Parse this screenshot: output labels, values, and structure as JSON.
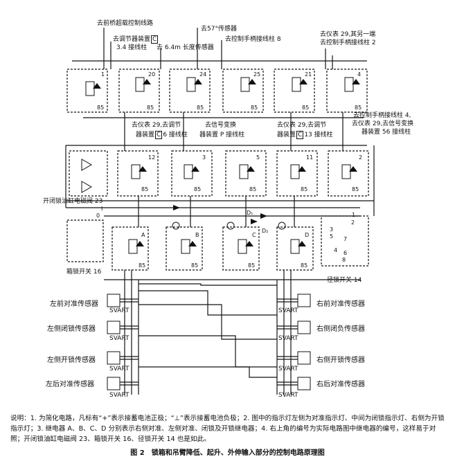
{
  "top_labels": {
    "front_bridge": "去前桥超载控制线路",
    "sensor57": "去57°传感器",
    "adjuster_3_4_a": "去调节器装置",
    "adjuster_3_4_box": "C",
    "adjuster_3_4_b": "3.4 接线柱",
    "len_sensor": "去 6.4m 长度传感器",
    "handle8": "去控制手柄接线柱 8",
    "inst29_a": "去仪表 29,其另一端",
    "inst29_b": "去控制手柄接线柱 2"
  },
  "mid_labels": {
    "inst29_adj6_a": "去仪表 29,去调节",
    "inst29_adj6_b": "器装置",
    "inst29_adj6_box": "C",
    "inst29_adj6_c": "6 接线柱",
    "signal_p_a": "去信号变换",
    "signal_p_b": "器装置 P 接线柱",
    "inst29_13_a": "去仪表 29,去调节",
    "inst29_13_b": "器装置",
    "inst29_13_box": "C",
    "inst29_13_c": "13 接线柱",
    "handle4_a": "去控制手柄接线柱 4,",
    "handle4_b": "去仪表 29,去信号变换",
    "handle4_c": "器装置 56 接线柱"
  },
  "relay_numbers": [
    "1",
    "20",
    "24",
    "25",
    "21",
    "4",
    "12",
    "3",
    "5",
    "11",
    "2"
  ],
  "relay_letters": [
    "A",
    "B",
    "C",
    "D"
  ],
  "pin85": "85",
  "valve_label": "开闭锁油缸电磁阀 23",
  "box_switch_label": "箱锁开关 16",
  "diameter_switch_label": "径锁开关 14",
  "d_labels": [
    "D₁",
    "D₂"
  ],
  "switch_numbers": [
    "I",
    "0",
    "1",
    "2",
    "3",
    "5",
    "4",
    "7",
    "6",
    "8"
  ],
  "sensors_left": [
    "左前对准传感器",
    "左侧闭锁传感器",
    "左侧开锁传感器",
    "左后对准传感器"
  ],
  "sensors_right": [
    "右前对准传感器",
    "右侧闭负传感器",
    "右侧开锁传感器",
    "右后对准传感器"
  ],
  "svart": "SVART",
  "caption": "说明：1. 为简化电路，凡标有“+”表示接蓄电池正极；“⊥”表示接蓄电池负极；2. 图中的指示灯左侧为对准指示灯、中间为闭锁指示灯、右侧为开锁指示灯；3. 继电器 A、B、C、D 分别表示右侧对准、左侧对准、闭锁及开锁继电器；4. 右上角的编号为实际电路图中继电器的编号，这样易于对照；开闭锁油缸电磁阀 23、箱锁开关 16、径锁开关 14 也是如此。",
  "title": "图 2　锁箱和吊臂降低、起升、外伸输入部分的控制电路原理图"
}
